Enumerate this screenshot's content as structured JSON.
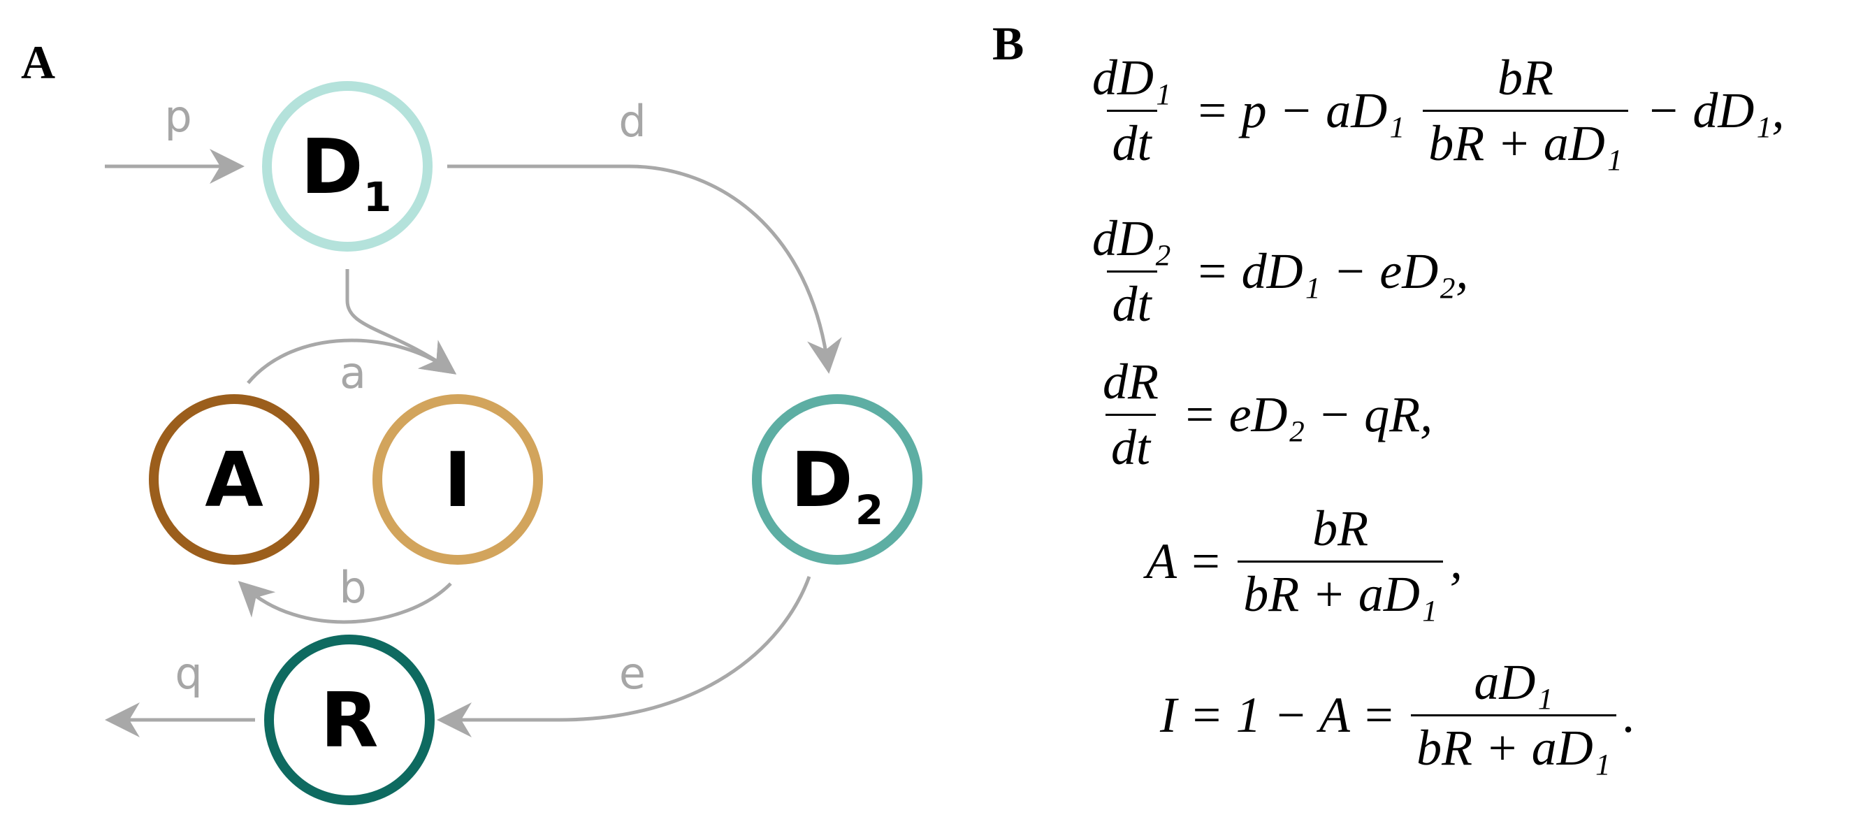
{
  "panels": {
    "a": "A",
    "b": "B"
  },
  "nodes": {
    "d1": {
      "letter": "D",
      "sub": "1",
      "color": "#b4e2db"
    },
    "d2": {
      "letter": "D",
      "sub": "2",
      "color": "#5daea3"
    },
    "a": {
      "letter": "A",
      "color": "#9b5e1c"
    },
    "i": {
      "letter": "I",
      "color": "#d2a45c"
    },
    "r": {
      "letter": "R",
      "color": "#0e6a60"
    }
  },
  "rates": {
    "p": "p",
    "d": "d",
    "a": "a",
    "b": "b",
    "e": "e",
    "q": "q"
  },
  "equations": {
    "eq1": {
      "lhs_num": "dD₁",
      "lhs_den": "dt",
      "rhs_a": "= p − aD₁",
      "frac_num": "bR",
      "frac_den": "bR + aD₁",
      "rhs_b": "− dD₁,"
    },
    "eq2": {
      "lhs_num": "dD₂",
      "lhs_den": "dt",
      "rhs": "= dD₁ − eD₂,"
    },
    "eq3": {
      "lhs_num": "dR",
      "lhs_den": "dt",
      "rhs": "= eD₂ − qR,"
    },
    "eq4": {
      "lhs": "A =",
      "frac_num": "bR",
      "frac_den": "bR + aD₁",
      "tail": ","
    },
    "eq5": {
      "lhs": "I = 1 − A =",
      "frac_num": "aD₁",
      "frac_den": "bR + aD₁",
      "tail": "."
    }
  }
}
